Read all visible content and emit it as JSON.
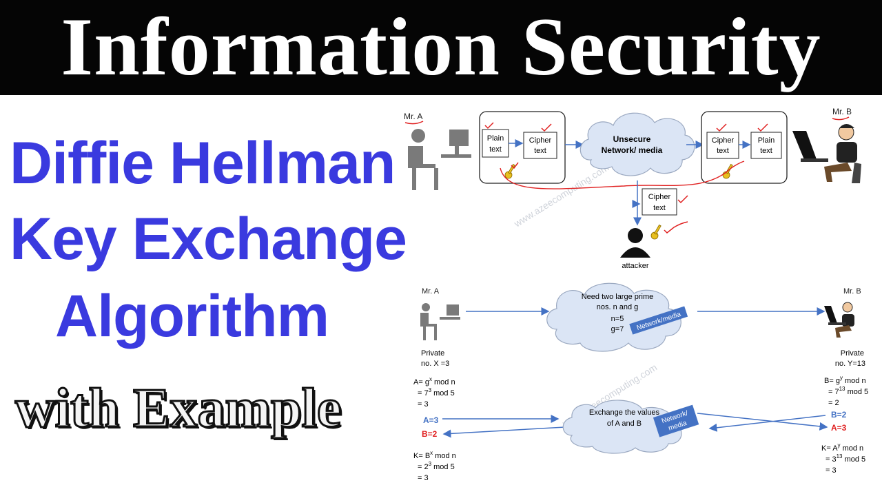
{
  "banner": {
    "title": "Information Security"
  },
  "headline": {
    "line1": "Diffie Hellman",
    "line2": "Key Exchange",
    "line3": "Algorithm",
    "line4": "with Example"
  },
  "top_diagram": {
    "sender": "Mr. A",
    "receiver": "Mr. B",
    "plain_line1": "Plain",
    "plain_line2": "text",
    "cipher_line1": "Cipher",
    "cipher_line2": "text",
    "network_line1": "Unsecure",
    "network_line2": "Network/ media",
    "attacker": "attacker"
  },
  "bottom_diagram": {
    "sender": "Mr. A",
    "receiver": "Mr. B",
    "cloud1": [
      "Need two large prime",
      "nos. n and g",
      "n=5",
      "g=7"
    ],
    "cloud_tag": "Network/media",
    "cloud2": [
      "Exchange the values",
      "of A and B"
    ],
    "cloud2_tag1": "Network/",
    "cloud2_tag2": "media",
    "private_a": [
      "Private",
      "no. X =3"
    ],
    "private_b": [
      "Private",
      "no. Y=13"
    ],
    "calc_a": [
      "A= g",
      "x",
      " mod n",
      "= 7",
      "3",
      " mod 5",
      "= 3"
    ],
    "calc_b": [
      "B= g",
      "y",
      " mod n",
      "= 7",
      "13",
      " mod 5",
      "= 2"
    ],
    "a_sent": "A=3",
    "b_recv": "B=2",
    "b_sent": "B=2",
    "a_recv": "A=3",
    "key_a": [
      "K= B",
      "x",
      " mod n",
      "=  2",
      "3",
      " mod 5",
      "= 3"
    ],
    "key_b": [
      "K= A",
      "y",
      " mod n",
      "=  3",
      "13",
      " mod 5",
      "= 3"
    ],
    "watermark": "www.azeecomputing.com"
  },
  "colors": {
    "banner_bg": "#050505",
    "headline_blue": "#3a3adf",
    "arrow_blue": "#4472c4",
    "cloud_fill": "#dbe5f5",
    "tag_blue": "#4472c4",
    "red": "#e02020"
  }
}
